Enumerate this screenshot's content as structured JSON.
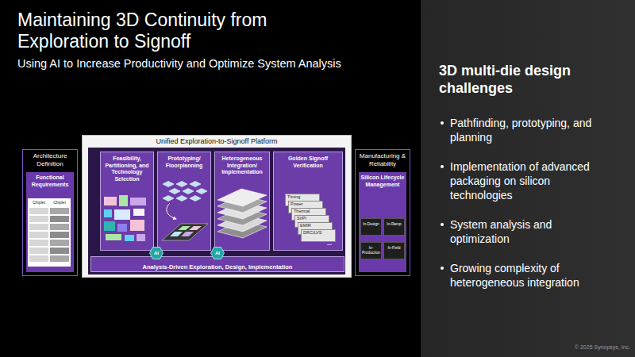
{
  "diagram": {
    "title": "Maintaining 3D Continuity from Exploration to Signoff",
    "nodes": [
      {
        "text": [
          "Architecture Definition"
        ]
      },
      {
        "text": [
          "Functional Requirements"
        ],
        "in": 0
      },
      {
        "text": [
          "Unified Exploration-to-Signoff Platform"
        ]
      },
      {
        "text": [
          "Feasibility, Partitioning, and Technology Selection"
        ],
        "in": 2
      },
      {
        "text": [
          "Prototyping/ Floorplanning"
        ],
        "in": 2
      },
      {
        "text": [
          "Heterogeneous Integration/ Implementation"
        ],
        "in": 2
      },
      {
        "text": [
          "Golden Signoff Verification"
        ],
        "in": 2
      },
      {
        "text": [
          "Timing"
        ],
        "in": 6
      },
      {
        "text": [
          "Power"
        ],
        "in": 6
      },
      {
        "text": [
          "Thermal"
        ],
        "in": 6
      },
      {
        "text": [
          "SI/PI"
        ],
        "in": 6
      },
      {
        "text": [
          "EMIR"
        ],
        "in": 6
      },
      {
        "text": [
          "DRC/LVS"
        ],
        "in": 6
      },
      {
        "text": [
          "Analysis-Driven Exploration, Design, Implementation"
        ],
        "in": 2
      },
      {
        "text": [
          "AI"
        ],
        "in": 2
      },
      {
        "text": [
          "AI"
        ],
        "in": 2
      },
      {
        "text": [
          "Manufacturing & Reliability"
        ]
      },
      {
        "text": [
          "Silicon Lifecycle Management"
        ],
        "in": 16
      },
      {
        "text": [
          "In-Design"
        ],
        "in": 17
      },
      {
        "text": [
          "In-Ramp"
        ],
        "in": 17
      },
      {
        "text": [
          "In-Production"
        ],
        "in": 17
      },
      {
        "text": [
          "In-Field"
        ],
        "in": 17
      }
    ],
    "labels": [
      "Using AI to Increase Productivity and Optimize System Analysis",
      "3D multi-die design challenges",
      "Pathfinding, prototyping, and planning",
      "Implementation of advanced packaging on silicon technologies",
      "System analysis and optimization",
      "Growing complexity of heterogeneous integration",
      "Chiplet",
      "Chiplet",
      "...",
      "© 2025 Synopsys, Inc."
    ]
  }
}
